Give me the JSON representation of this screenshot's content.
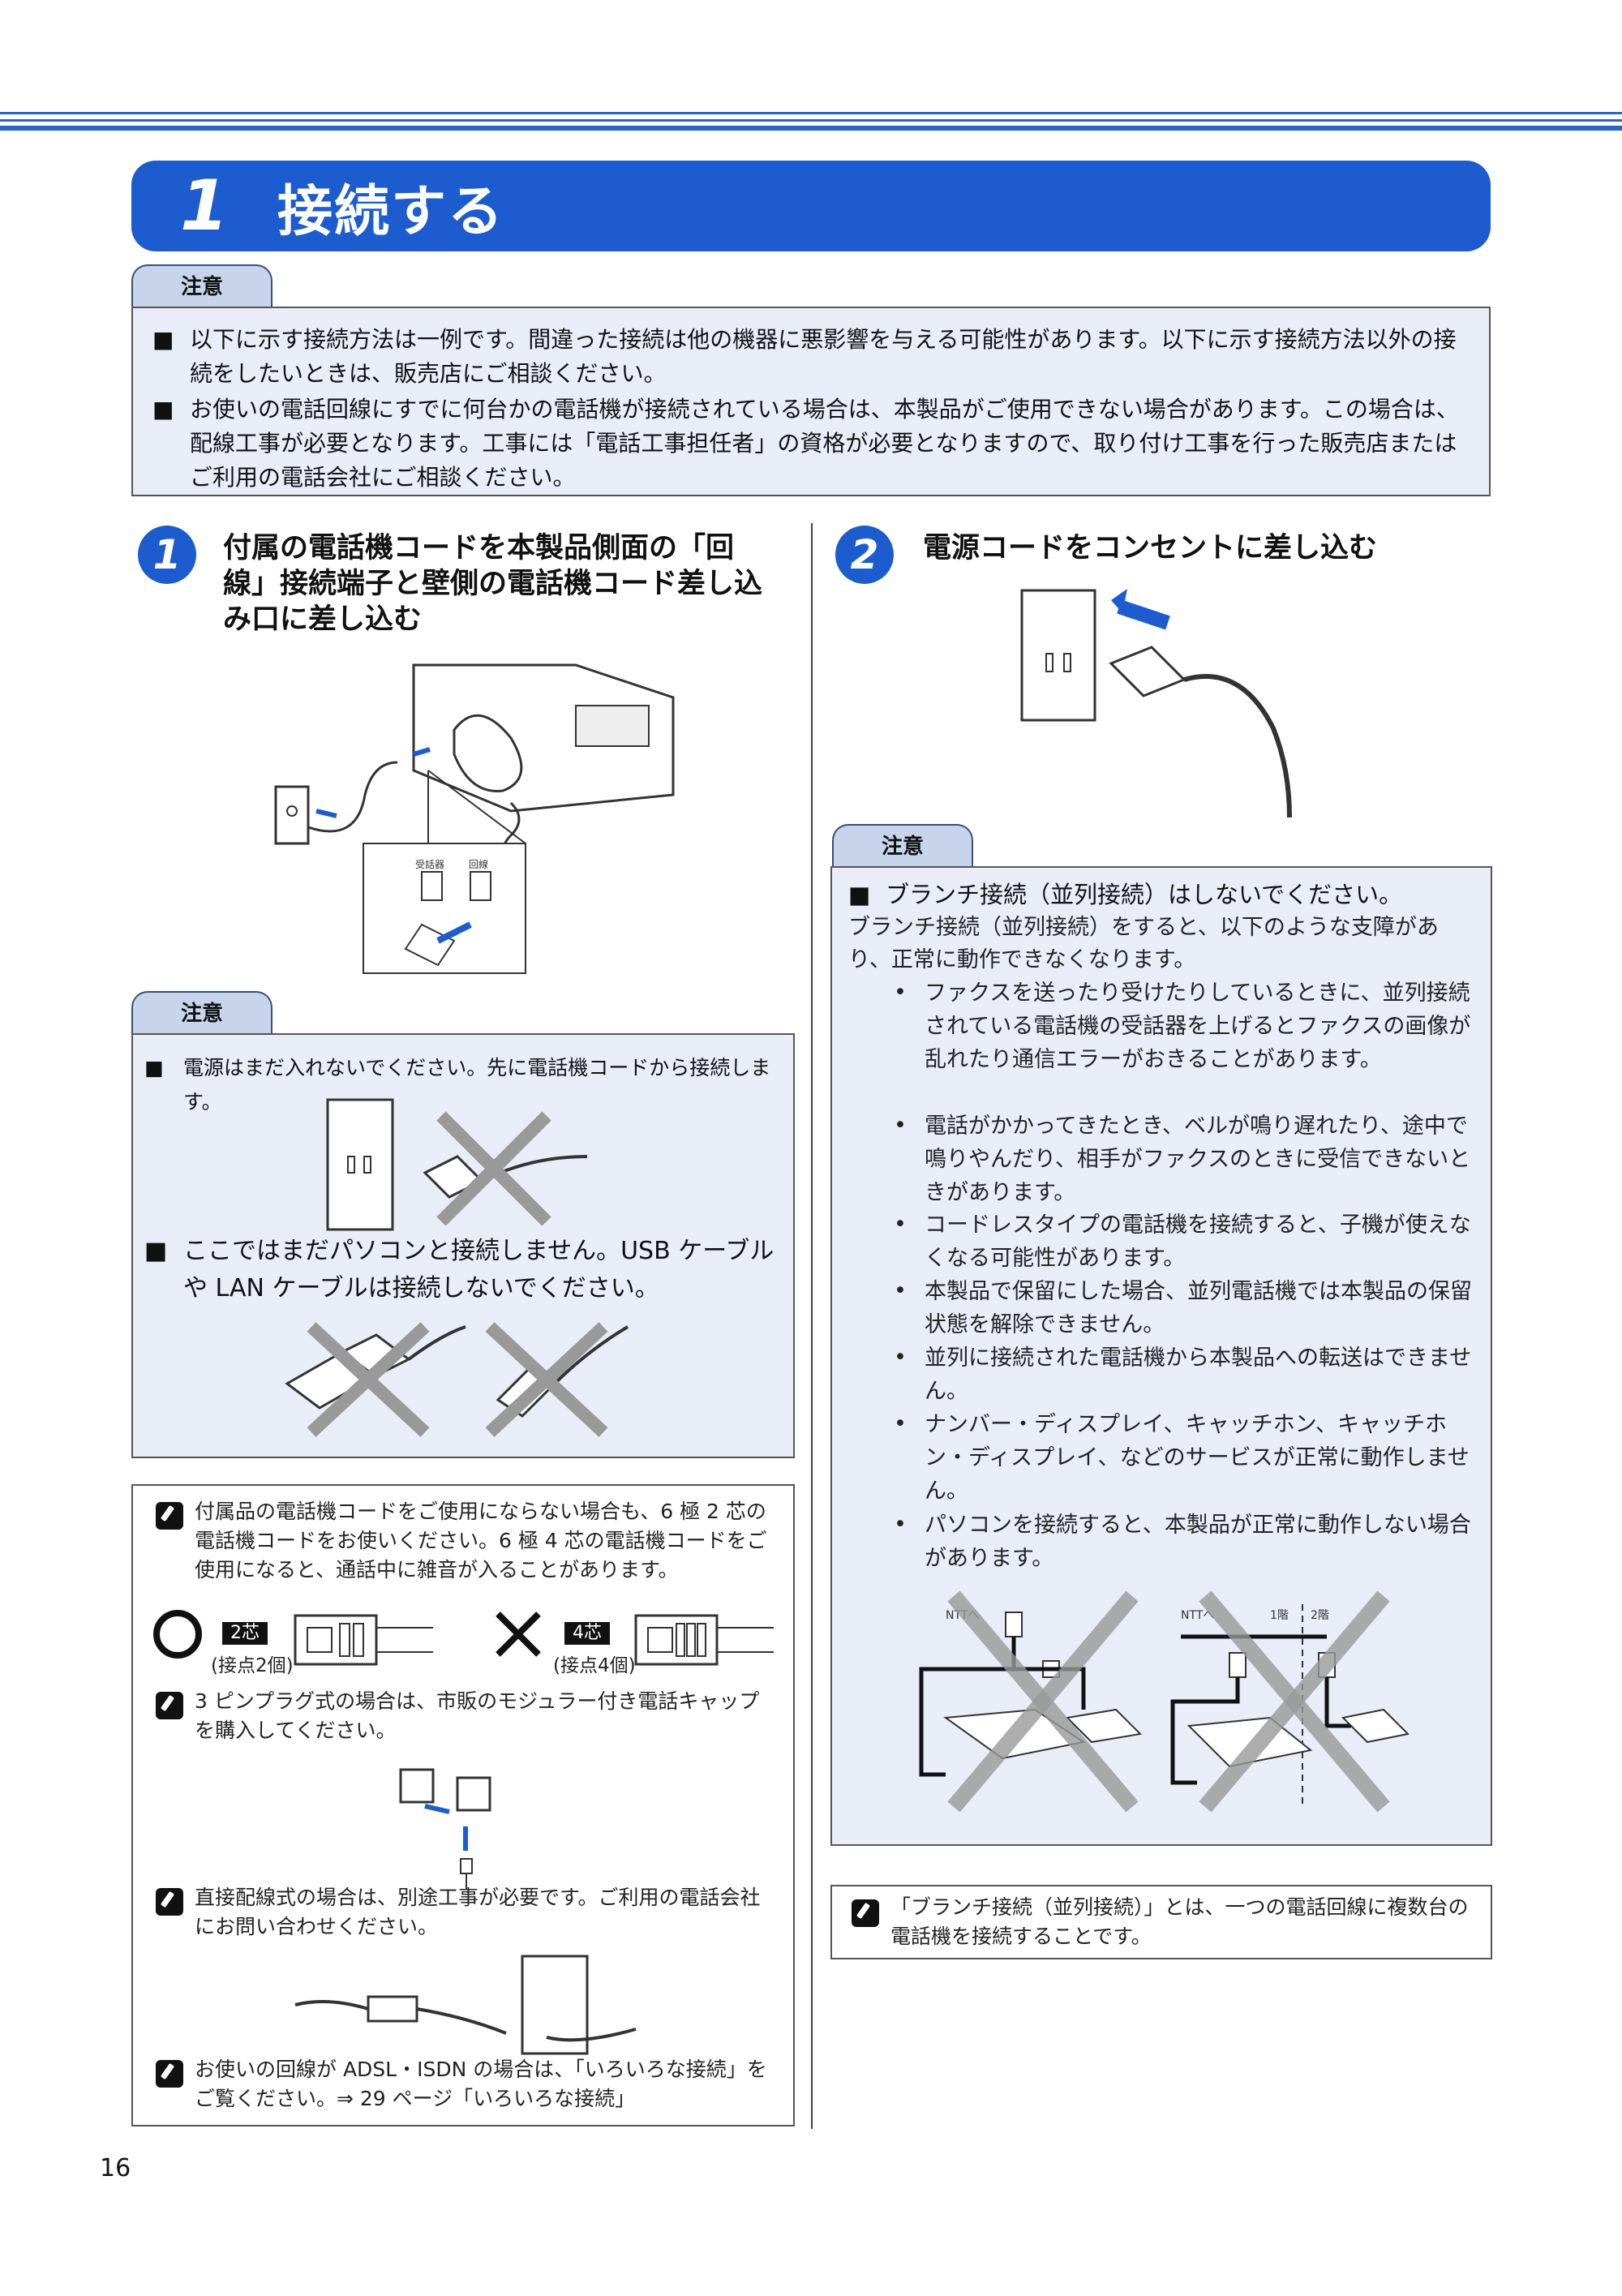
{
  "section": {
    "number": "1",
    "title": "接続する"
  },
  "caution_label": "注意",
  "caution_top": [
    "以下に示す接続方法は一例です。間違った接続は他の機器に悪影響を与える可能性があります。以下に示す接続方法以外の接続をしたいときは、販売店にご相談ください。",
    "お使いの電話回線にすでに何台かの電話機が接続されている場合は、本製品がご使用できない場合があります。この場合は、配線工事が必要となります。工事には「電話工事担任者」の資格が必要となりますので、取り付け工事を行った販売店またはご利用の電話会社にご相談ください。"
  ],
  "step1": {
    "number": "1",
    "title": "付属の電話機コードを本製品側面の「回線」接続端子と壁側の電話機コード差し込み口に差し込む"
  },
  "step2": {
    "number": "2",
    "title": "電源コードをコンセントに差し込む"
  },
  "diagram_labels": {
    "handset": "受話器",
    "line": "回線",
    "ntt1": "NTTへ",
    "ntt2": "NTTへ",
    "floor1": "1階",
    "floor2": "2階"
  },
  "caution_left": [
    "電源はまだ入れないでください。先に電話機コードから接続します。",
    "ここではまだパソコンと接続しません。USB ケーブルや LAN ケーブルは接続しないでください。"
  ],
  "caution_right": {
    "heading": "ブランチ接続（並列接続）はしないでください。",
    "intro": "ブランチ接続（並列接続）をすると、以下のような支障があり、正常に動作できなくなります。",
    "items": [
      "ファクスを送ったり受けたりしているときに、並列接続されている電話機の受話器を上げるとファクスの画像が乱れたり通信エラーがおきることがあります。",
      "電話がかかってきたとき、ベルが鳴り遅れたり、途中で鳴りやんだり、相手がファクスのときに受信できないときがあります。",
      "コードレスタイプの電話機を接続すると、子機が使えなくなる可能性があります。",
      "本製品で保留にした場合、並列電話機では本製品の保留状態を解除できません。",
      "並列に接続された電話機から本製品への転送はできません。",
      "ナンバー・ディスプレイ、キャッチホン、キャッチホン・ディスプレイ、などのサービスが正常に動作しません。",
      "パソコンを接続すると、本製品が正常に動作しない場合があります。"
    ]
  },
  "notes_left": {
    "note1": "付属品の電話機コードをご使用にならない場合も、6 極 2 芯の電話機コードをお使いください。6 極 4 芯の電話機コードをご使用になると、通話中に雑音が入ることがあります。",
    "core2": "2芯",
    "core2_sub": "(接点2個)",
    "core4": "4芯",
    "core4_sub": "(接点4個)",
    "note2": "3 ピンプラグ式の場合は、市販のモジュラー付き電話キャップを購入してください。",
    "note3": "直接配線式の場合は、別途工事が必要です。ご利用の電話会社にお問い合わせください。",
    "note4": "お使いの回線が ADSL・ISDN の場合は、「いろいろな接続」をご覧ください。⇒ 29 ページ「いろいろな接続」"
  },
  "note_right": "「ブランチ接続（並列接続）」とは、一つの電話回線に複数台の電話機を接続することです。",
  "page_number": "16",
  "colors": {
    "accent": "#1d5ccf",
    "box_bg": "#e8edf8",
    "tab_bg": "#c7d4ec"
  }
}
